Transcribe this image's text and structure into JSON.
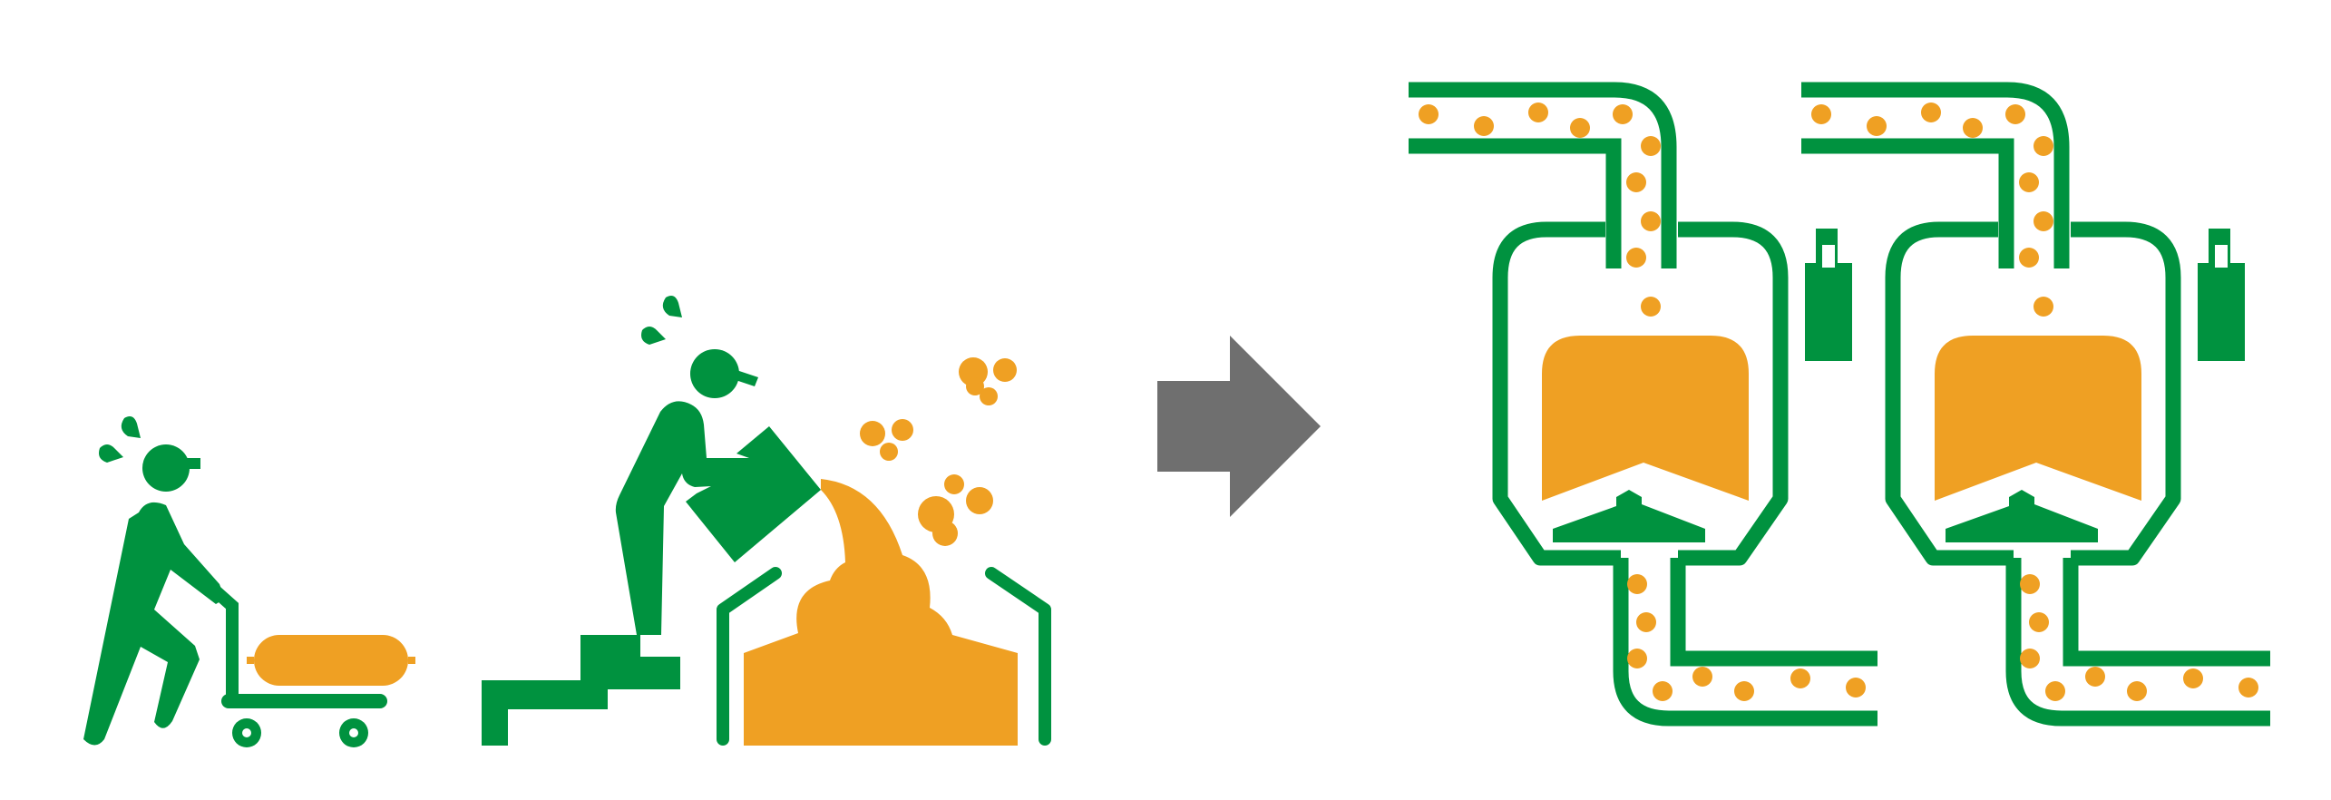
{
  "colors": {
    "green": "#00923f",
    "orange": "#efa023",
    "arrow_gray": "#6f6f6f",
    "background": "#ffffff"
  },
  "diagram": {
    "stages": [
      {
        "name": "manual-transport",
        "icon": "worker-pushing-cart-icon"
      },
      {
        "name": "manual-loading",
        "icon": "worker-pouring-powder-into-hopper-icon"
      },
      {
        "name": "transition",
        "icon": "arrow-right-icon"
      },
      {
        "name": "pneumatic-conveying",
        "icon": "vacuum-conveyor-receivers-icon",
        "units": 2
      }
    ]
  }
}
